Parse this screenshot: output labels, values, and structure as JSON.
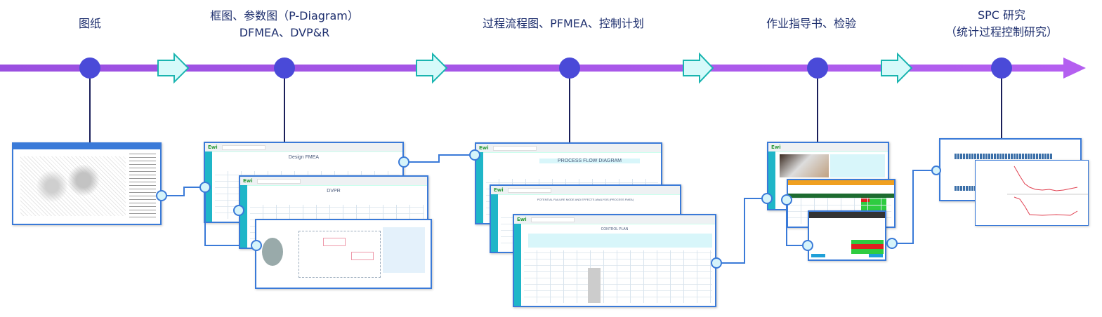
{
  "stages": [
    {
      "label_lines": [
        "图纸"
      ]
    },
    {
      "label_lines": [
        "框图、参数图（P-Diagram）",
        "DFMEA、DVP&R"
      ]
    },
    {
      "label_lines": [
        "过程流程图、PFMEA、控制计划"
      ]
    },
    {
      "label_lines": [
        "作业指导书、检验"
      ]
    },
    {
      "label_lines": [
        "SPC 研究",
        "（统计过程控制研究）"
      ]
    }
  ],
  "thumbnails": {
    "dfmea_title": "Design FMEA",
    "dvp_title": "DVPR",
    "pfd_title": "PROCESS FLOW DIAGRAM",
    "pfmea_title": "POTENTIAL FAILURE MODE AND EFFECTS ANALYSIS (PROCESS FMEA)",
    "control_plan_title": "CONTROL PLAN",
    "app_logo": "Ewi"
  },
  "colors": {
    "timeline": "#a04fe0",
    "node": "#4a4ad8",
    "connector": "#3a7ad8",
    "stem": "#1a1f5a",
    "arrow_fill": "#d6fafa",
    "arrow_stroke": "#1ab5b0"
  }
}
